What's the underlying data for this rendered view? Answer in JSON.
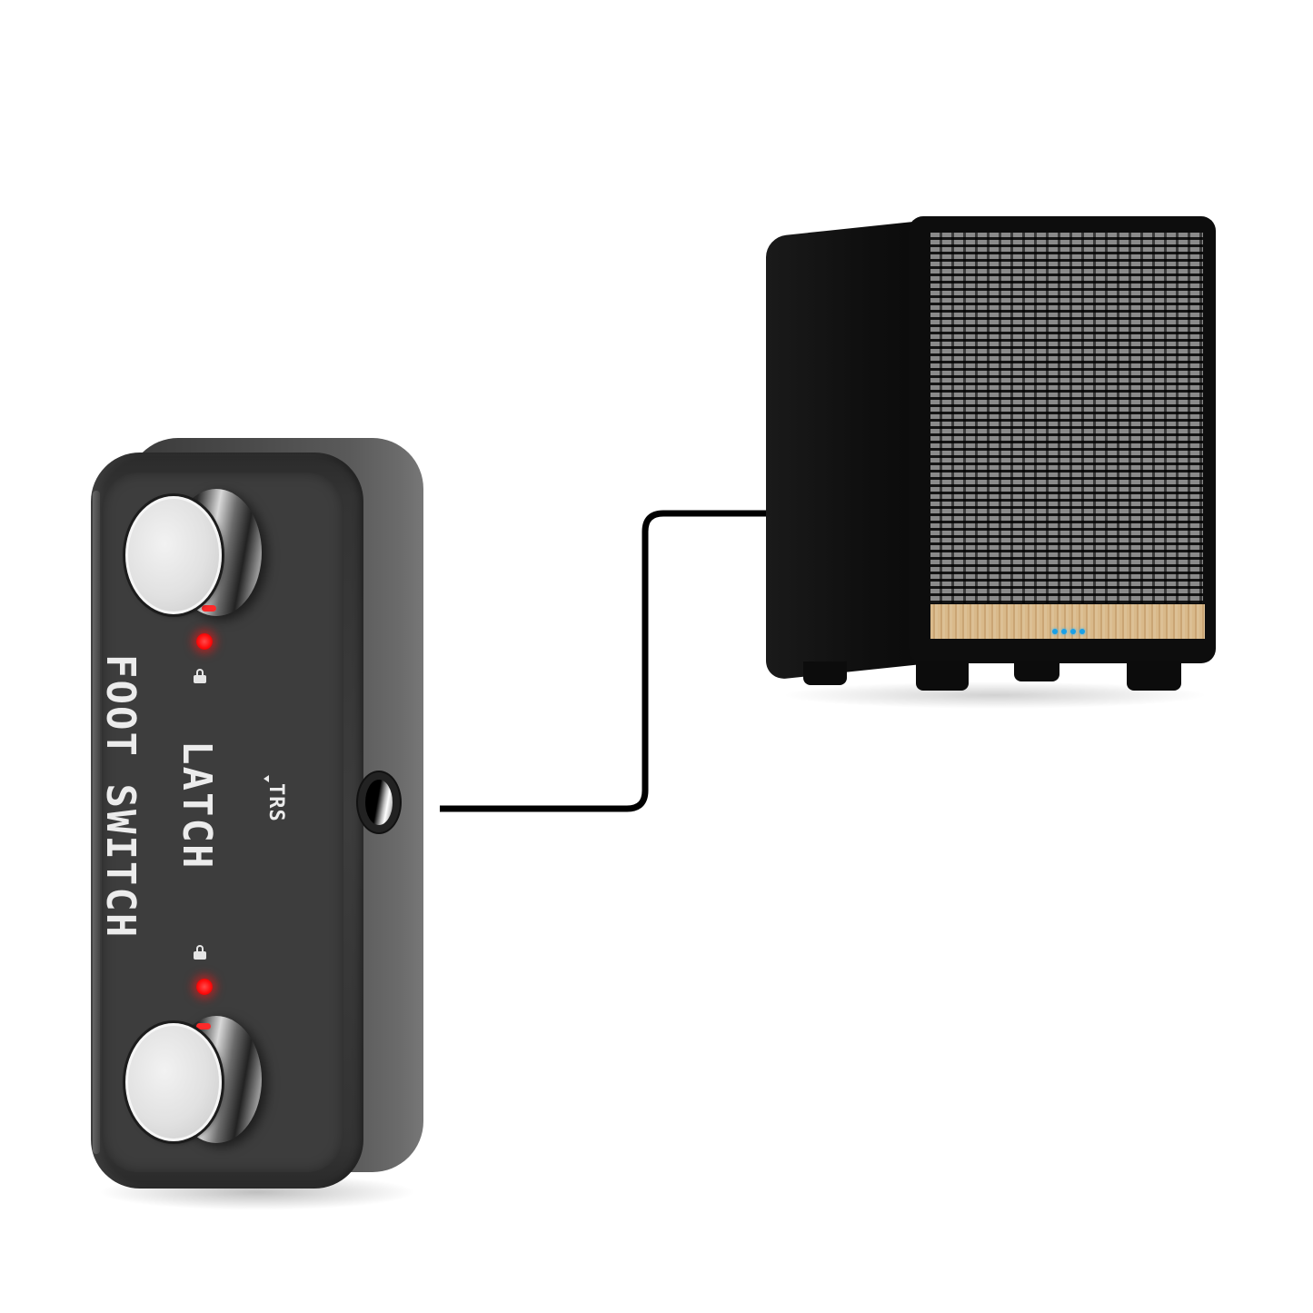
{
  "scene": {
    "description": "Product render: two-button latch foot switch connected by a TRS cable to a compact speaker",
    "background": "#ffffff"
  },
  "foot_switch": {
    "label_main": "FOOT SWITCH",
    "label_mode": "LATCH",
    "label_jack": "TRS",
    "jack_arrow_icon": "arrow-up",
    "lock_icon": "padlock",
    "buttons": [
      {
        "name": "top footswitch",
        "led": "on"
      },
      {
        "name": "bottom footswitch",
        "led": "on"
      }
    ],
    "body_color": "#3c3c3c",
    "led_color": "#ff1a1a"
  },
  "cable": {
    "color": "#000000",
    "route": "from TRS jack rightwards, up, then right into speaker"
  },
  "speaker": {
    "body_color": "#0d0d0d",
    "grille_color": "#8a8a8a",
    "trim": "wood strip",
    "indicator_dots": 4,
    "indicator_color": "#1aa0e6"
  }
}
